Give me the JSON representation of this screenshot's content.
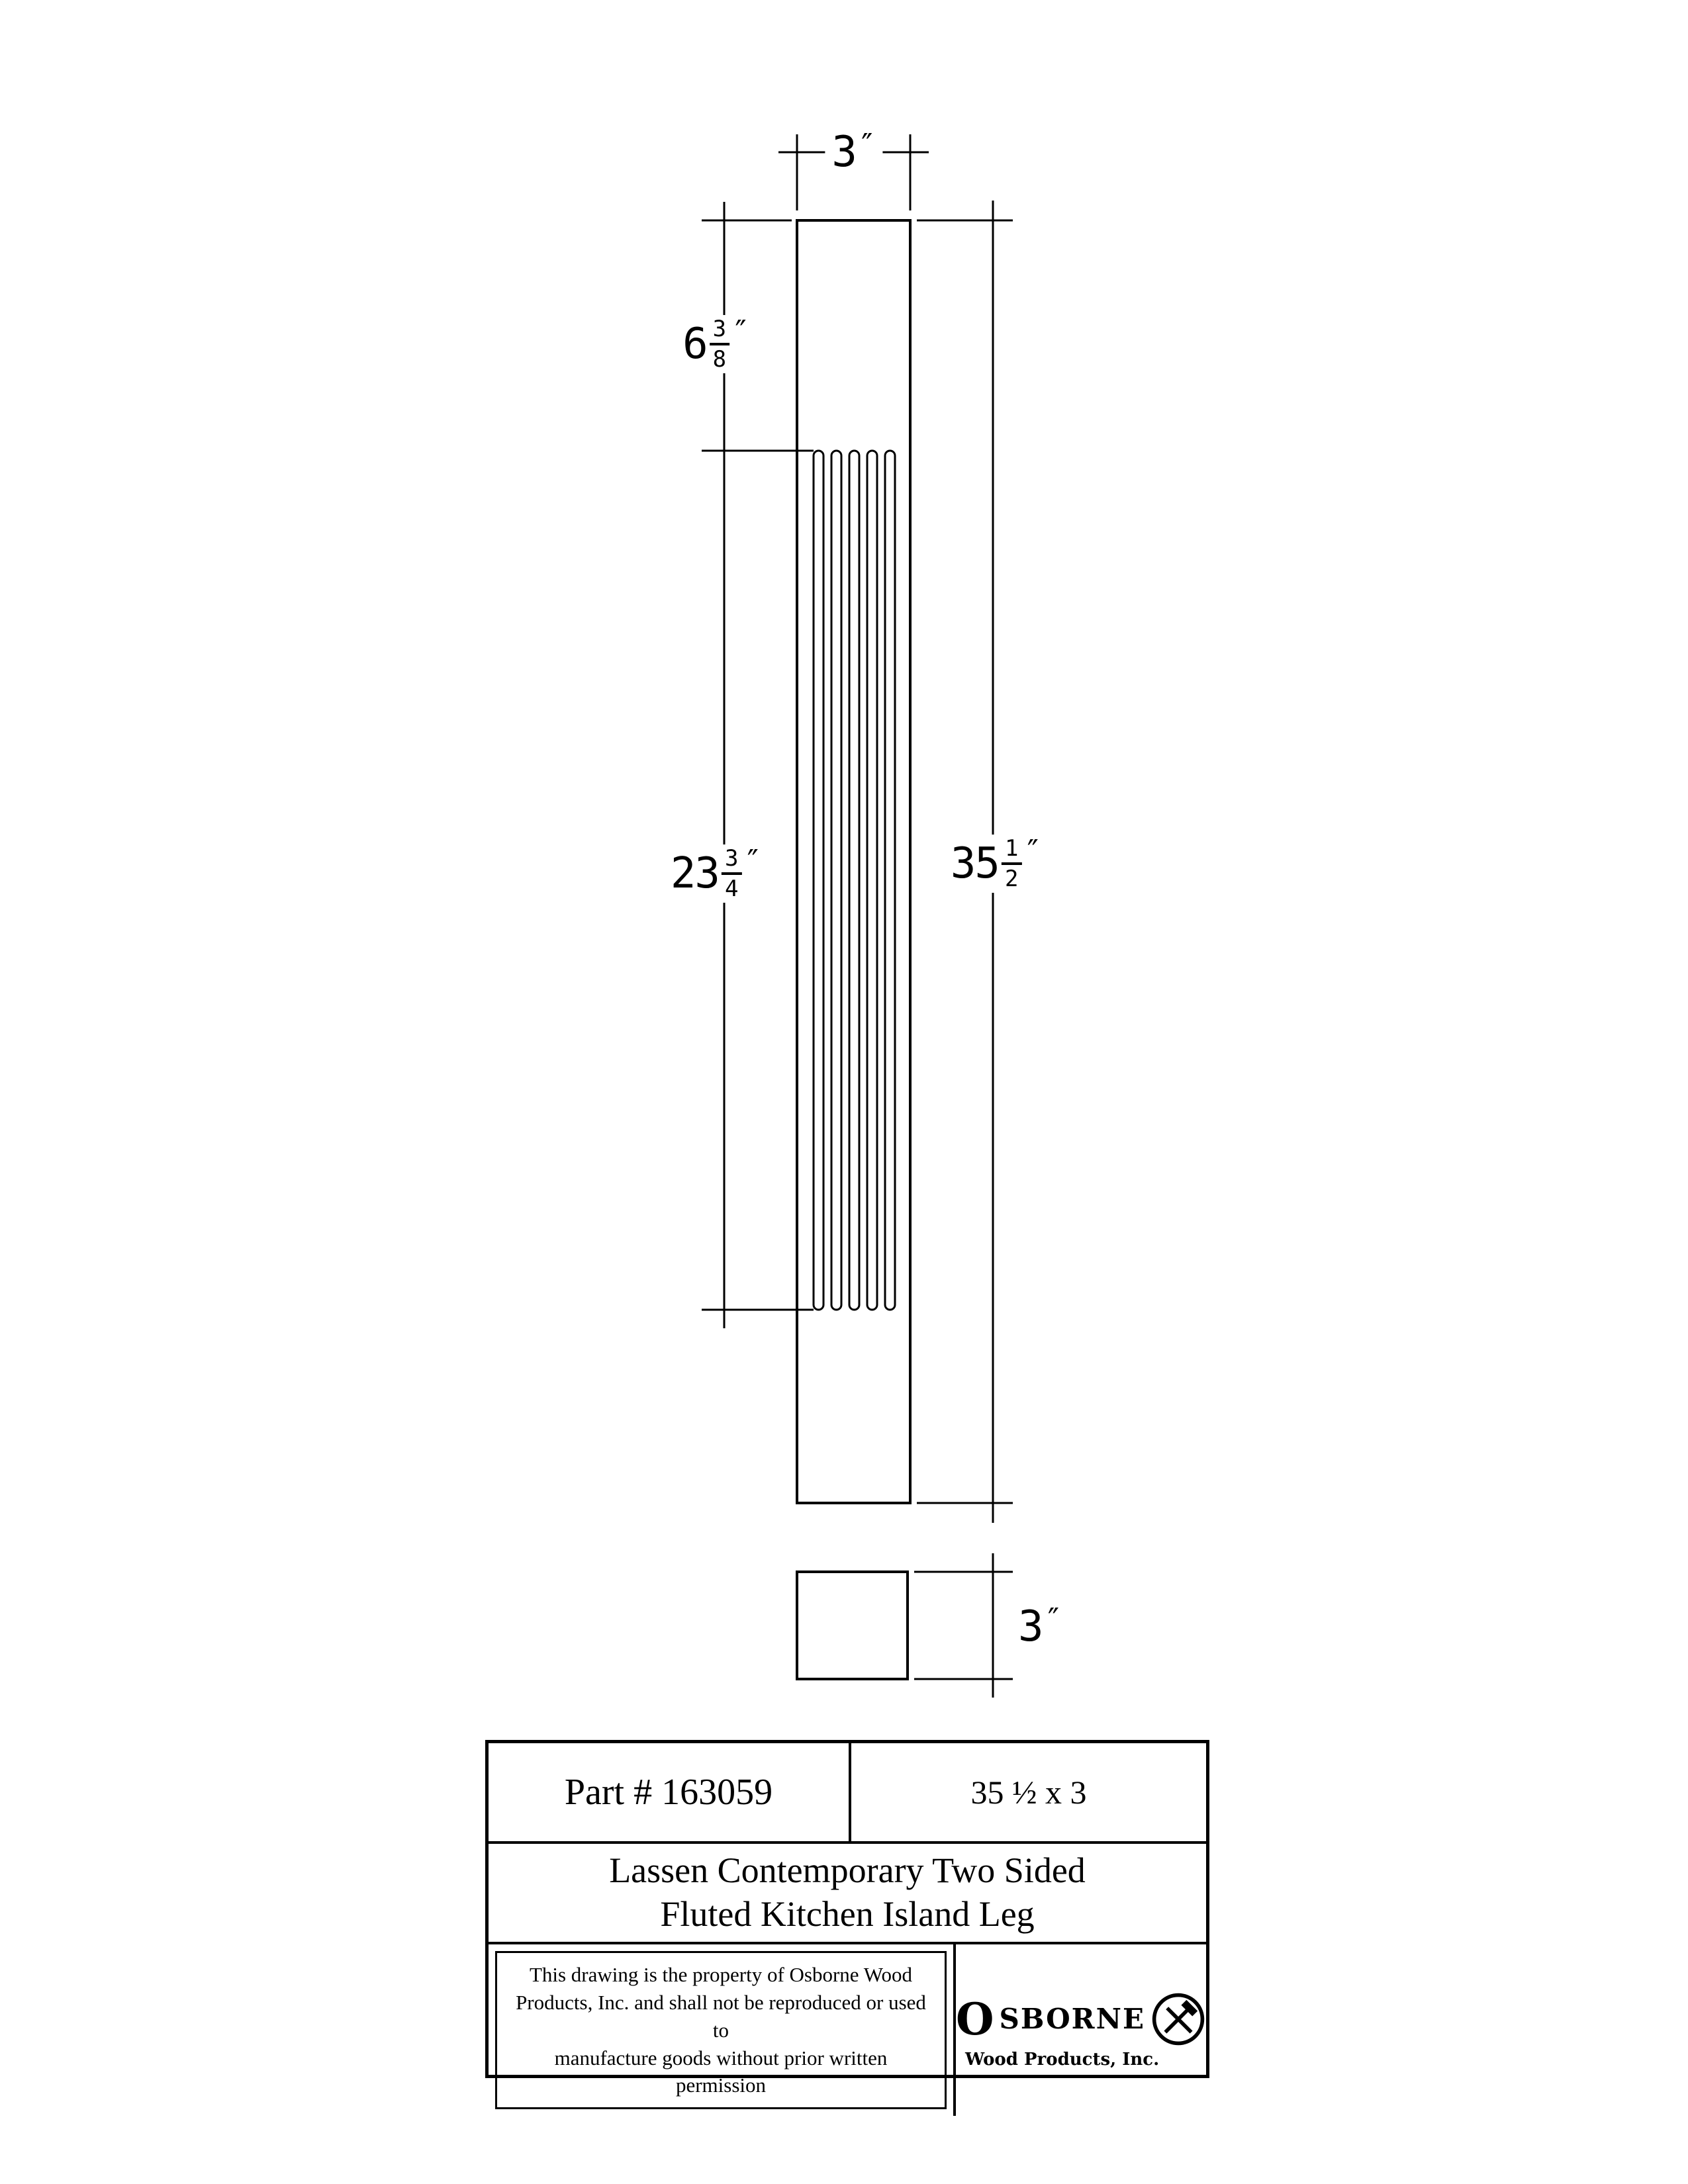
{
  "page": {
    "background": "#ffffff",
    "line_color": "#000000"
  },
  "dims": {
    "top_width": {
      "whole": "3",
      "unit": "″"
    },
    "upper_section": {
      "whole": "6",
      "num": "3",
      "den": "8",
      "unit": "″"
    },
    "fluted_section": {
      "whole": "23",
      "num": "3",
      "den": "4",
      "unit": "″"
    },
    "total_height": {
      "whole": "35",
      "num": "1",
      "den": "2",
      "unit": "″"
    },
    "square_width": {
      "whole": "3",
      "unit": "″"
    }
  },
  "title_block": {
    "part_label": "Part # 163059",
    "size_label": "35 ½ x 3",
    "title_line1": "Lassen Contemporary Two Sided",
    "title_line2": "Fluted Kitchen Island Leg",
    "disclaimer_line1": "This drawing is the property of Osborne Wood",
    "disclaimer_line2": "Products, Inc. and shall not be reproduced or used to",
    "disclaimer_line3": "manufacture goods without prior written permission",
    "logo_o": "O",
    "logo_rest": "SBORNE",
    "logo_subtext": "Wood Products, Inc."
  }
}
